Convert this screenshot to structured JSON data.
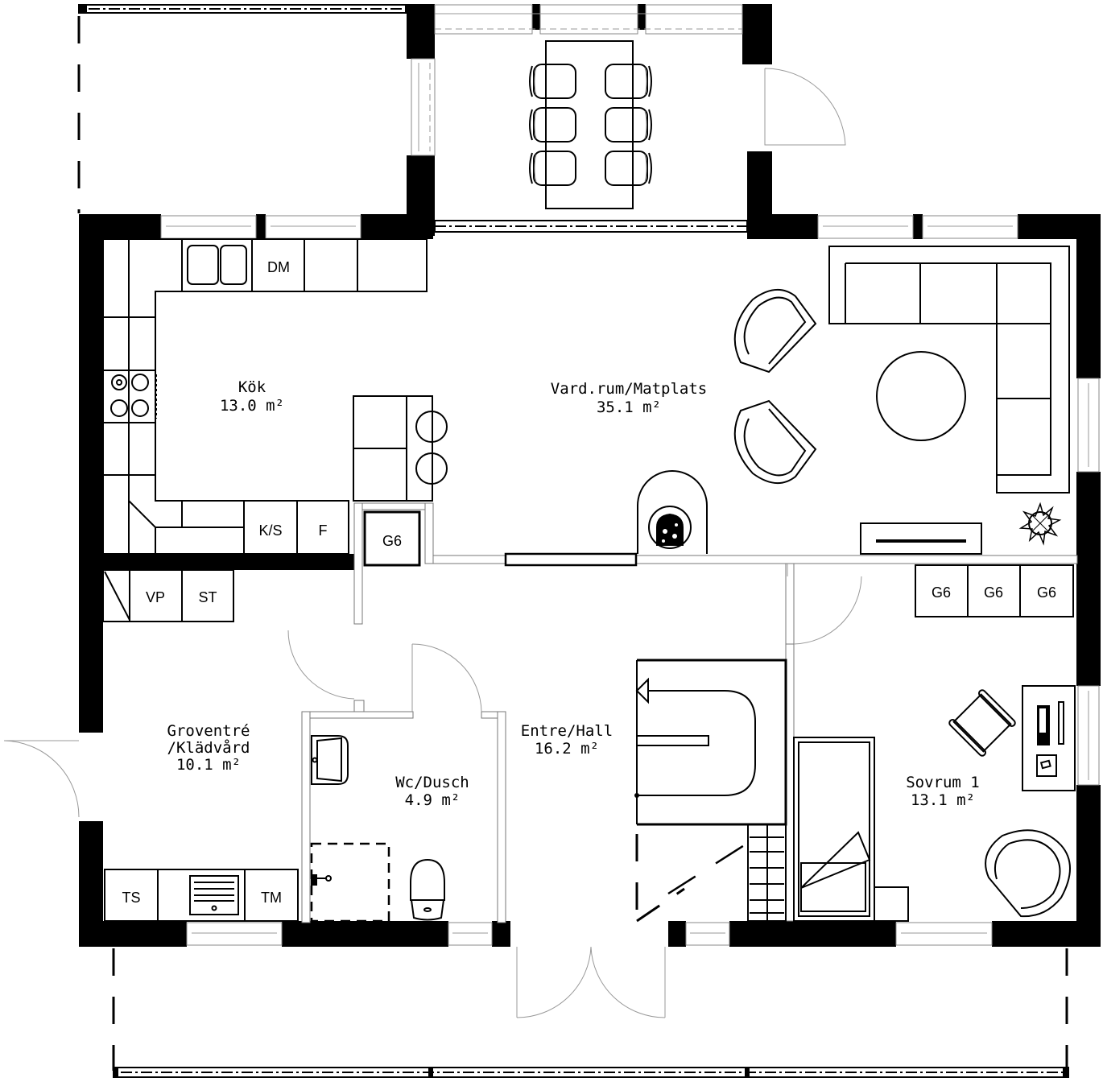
{
  "plan": {
    "rooms": [
      {
        "id": "kok",
        "name": "Kök",
        "area": "13.0 m²"
      },
      {
        "id": "vardrum",
        "name": "Vard.rum/Matplats",
        "area": "35.1 m²"
      },
      {
        "id": "groventre",
        "name": "Groventré",
        "name2": "/Klädvård",
        "area": "10.1 m²"
      },
      {
        "id": "wc",
        "name": "Wc/Dusch",
        "area": "4.9 m²"
      },
      {
        "id": "hall",
        "name": "Entre/Hall",
        "area": "16.2 m²"
      },
      {
        "id": "sovrum",
        "name": "Sovrum 1",
        "area": "13.1 m²"
      }
    ],
    "appliances": {
      "dishwasher": "DM",
      "fridge_freezer": "K/S",
      "freezer": "F",
      "wardrobe_kitchen": "G6",
      "heat_pump": "VP",
      "storage": "ST",
      "dryer": "TS",
      "washer": "TM",
      "wardrobes_bedroom": [
        "G6",
        "G6",
        "G6"
      ]
    },
    "icons": {
      "stove": "stove-icon",
      "sink": "sink-icon",
      "fireplace": "fireplace-icon",
      "plant": "plant-icon",
      "toilet": "toilet-icon",
      "washbasin": "washbasin-icon",
      "bed": "bed-icon",
      "desk": "desk-icon"
    }
  }
}
